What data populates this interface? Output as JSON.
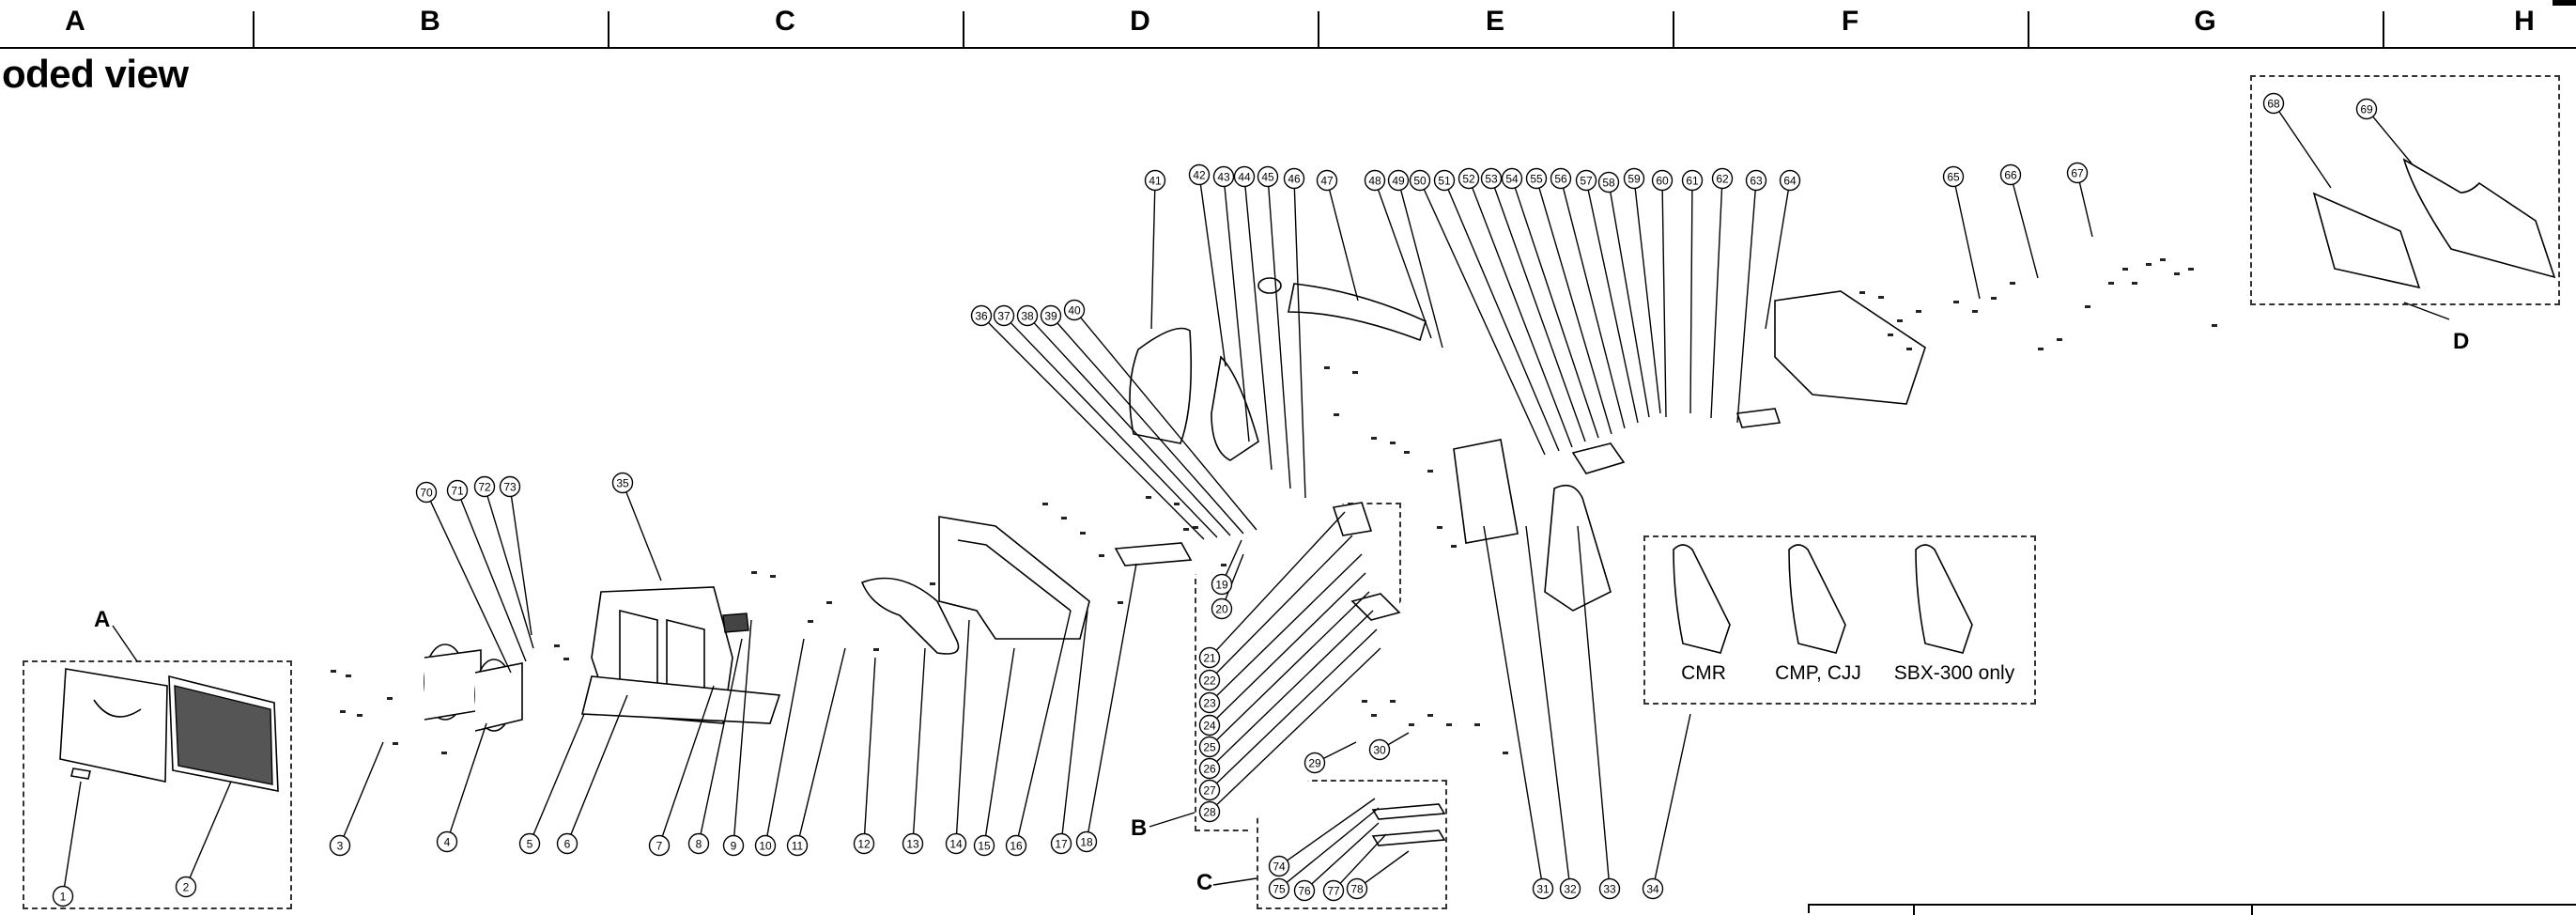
{
  "header": {
    "columns": [
      "A",
      "B",
      "C",
      "D",
      "E",
      "F",
      "G",
      "H"
    ]
  },
  "page_title": "oded view",
  "regions": {
    "A": "A",
    "B": "B",
    "C": "C",
    "D": "D"
  },
  "variants": [
    "CMR",
    "CMP, CJJ",
    "SBX-300 only"
  ],
  "callouts": [
    "1",
    "2",
    "3",
    "4",
    "5",
    "6",
    "7",
    "8",
    "9",
    "10",
    "11",
    "12",
    "13",
    "14",
    "15",
    "16",
    "17",
    "18",
    "19",
    "20",
    "21",
    "22",
    "23",
    "24",
    "25",
    "26",
    "27",
    "28",
    "29",
    "30",
    "31",
    "32",
    "33",
    "34",
    "35",
    "36",
    "37",
    "38",
    "39",
    "40",
    "41",
    "42",
    "43",
    "44",
    "45",
    "46",
    "47",
    "48",
    "49",
    "50",
    "51",
    "52",
    "53",
    "54",
    "55",
    "56",
    "57",
    "58",
    "59",
    "60",
    "61",
    "62",
    "63",
    "64",
    "65",
    "66",
    "67",
    "68",
    "69",
    "70",
    "71",
    "72",
    "73",
    "74",
    "75",
    "76",
    "77",
    "78"
  ]
}
